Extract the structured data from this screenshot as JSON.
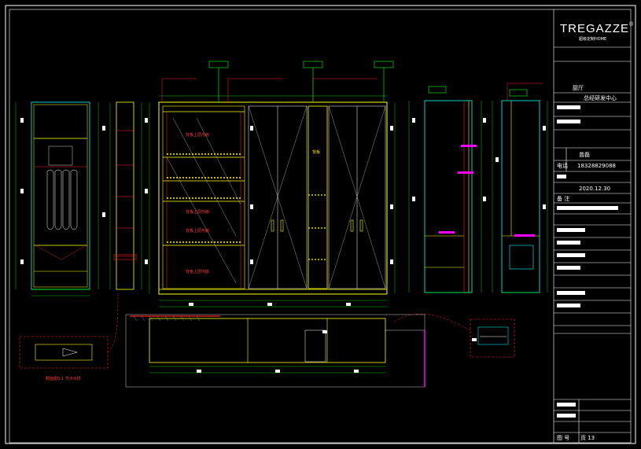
{
  "title_block": {
    "brand": "TREGAZZE",
    "brand_mark": "®",
    "brand_sub": "超级定制HOME",
    "room": "厨厅",
    "project_line": "总经研发中心",
    "person_name": "曾磊",
    "phone_label": "电话",
    "phone": "18328829088",
    "date": "2020.12.30",
    "notes_label": "备 注",
    "sheet_label": "图 号",
    "sheet_value": "页  13"
  },
  "annotations": {
    "red_labels": [
      "背板上层内嵌",
      "背板上层内嵌",
      "背板上层内嵌",
      "背板上层内嵌"
    ],
    "yellow_label": "背板",
    "callout": "截面图5-1 节点大样"
  },
  "colors": {
    "background": "#000000",
    "frame": "#ffffff",
    "cabinet": "#ffff00",
    "cyan": "#00ffff",
    "red": "#ff2020",
    "green": "#00ff00",
    "magenta": "#ff00ff"
  }
}
